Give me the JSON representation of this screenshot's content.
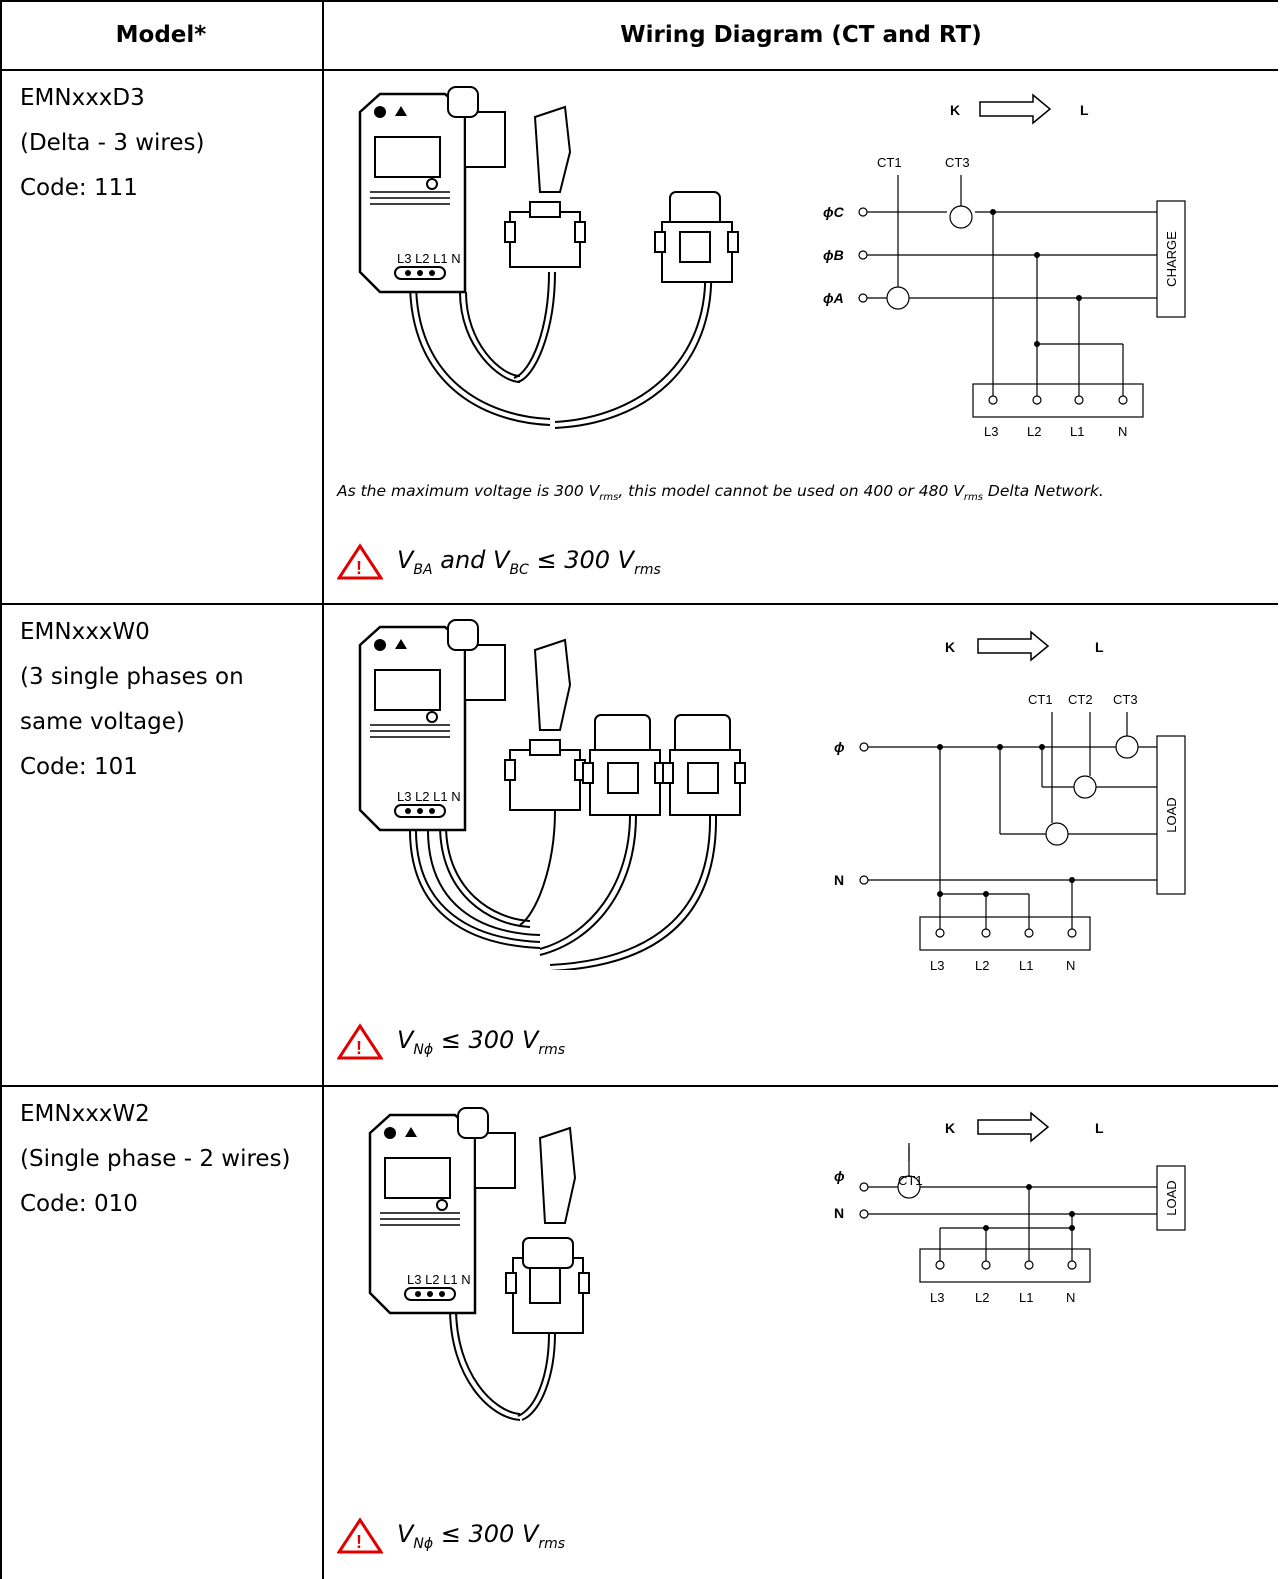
{
  "table": {
    "header_model": "Model*",
    "header_diagram": "Wiring Diagram (CT and RT)"
  },
  "rows": [
    {
      "model": "EMNxxxD3",
      "desc_lines": [
        "(Delta - 3 wires)"
      ],
      "code": "Code: 111",
      "note": {
        "part1": "As the maximum voltage is 300 V",
        "sub1": "rms",
        "part2": ", this model cannot be used on 400 or 480 V",
        "sub2": "rms",
        "part3": " Delta Network."
      },
      "warning": {
        "v1": "V",
        "v1sub": "BA",
        "mid": " and V",
        "v2sub": "BC",
        "tail": " ≤ 300 V",
        "tailsub": "rms"
      },
      "diagram": {
        "arrow_k": "K",
        "arrow_l": "L",
        "ct_labels": [
          "CT1",
          "CT3"
        ],
        "phases": [
          "ϕC",
          "ϕB",
          "ϕA"
        ],
        "load": "CHARGE",
        "terminals": [
          "L3",
          "L2",
          "L1",
          "N"
        ],
        "device_terminals": "L3 L2 L1 N"
      }
    },
    {
      "model": "EMNxxxW0",
      "desc_lines": [
        "(3 single phases on",
        "same voltage)"
      ],
      "code": "Code: 101",
      "warning": {
        "v1": "V",
        "v1sub": "Nϕ",
        "tail": " ≤ 300 V",
        "tailsub": "rms"
      },
      "diagram": {
        "arrow_k": "K",
        "arrow_l": "L",
        "ct_labels": [
          "CT1",
          "CT2",
          "CT3"
        ],
        "phases": [
          "ϕ",
          "N"
        ],
        "load": "LOAD",
        "terminals": [
          "L3",
          "L2",
          "L1",
          "N"
        ],
        "device_terminals": "L3 L2 L1 N"
      }
    },
    {
      "model": "EMNxxxW2",
      "desc_lines": [
        "(Single phase - 2 wires)"
      ],
      "code": "Code: 010",
      "warning": {
        "v1": "V",
        "v1sub": "Nϕ",
        "tail": " ≤ 300 V",
        "tailsub": "rms"
      },
      "diagram": {
        "arrow_k": "K",
        "arrow_l": "L",
        "ct_labels": [
          "CT1"
        ],
        "phases": [
          "ϕ",
          "N"
        ],
        "load": "LOAD",
        "terminals": [
          "L3",
          "L2",
          "L1",
          "N"
        ],
        "device_terminals": "L3 L2 L1 N"
      }
    }
  ],
  "colors": {
    "warning_red": "#e00000",
    "line": "#000000"
  }
}
